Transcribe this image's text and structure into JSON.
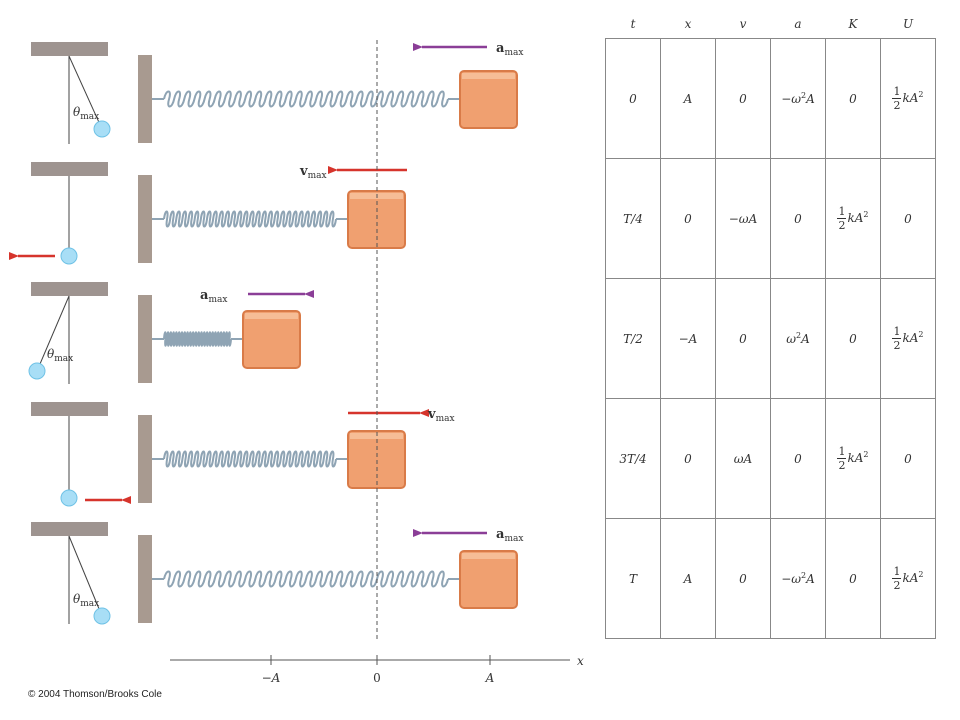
{
  "table": {
    "headers": [
      "t",
      "x",
      "v",
      "a",
      "K",
      "U"
    ],
    "rows": [
      {
        "t": "0",
        "x": "A",
        "v": "0",
        "a": {
          "pre": "−ω",
          "post": "A"
        },
        "K": "0",
        "U": {
          "expr": "kA"
        }
      },
      {
        "t": "T/4",
        "x": "0",
        "v": "−ωA",
        "a": "0",
        "K": {
          "expr": "kA"
        },
        "U": "0"
      },
      {
        "t": "T/2",
        "x": "−A",
        "v": "0",
        "a": {
          "pre": "ω",
          "post": "A"
        },
        "K": "0",
        "U": {
          "expr": "kA"
        }
      },
      {
        "t": "3T/4",
        "x": "0",
        "v": "ωA",
        "a": "0",
        "K": {
          "expr": "kA"
        },
        "U": "0"
      },
      {
        "t": "T",
        "x": "A",
        "v": "0",
        "a": {
          "pre": "−ω",
          "post": "A"
        },
        "K": "0",
        "U": {
          "expr": "kA"
        }
      }
    ],
    "fraction": {
      "num": "1",
      "den": "2"
    },
    "square": "2"
  },
  "diagram": {
    "labels": {
      "a_bold": "a",
      "v_bold": "v",
      "max_sub": "max",
      "theta": "θ"
    },
    "axis": {
      "label": "x",
      "ticks": [
        "−A",
        "0",
        "A"
      ]
    },
    "colors": {
      "block": "#f0a070",
      "block_edge": "#d97b48",
      "spring": "#8fa4b4",
      "wall": "#a89a90",
      "ceiling": "#9e9490",
      "bob": "#a8def6",
      "accel_arrow": "#8b3e97",
      "vel_arrow": "#d6342c"
    }
  },
  "copyright": "© 2004 Thomson/Brooks Cole"
}
